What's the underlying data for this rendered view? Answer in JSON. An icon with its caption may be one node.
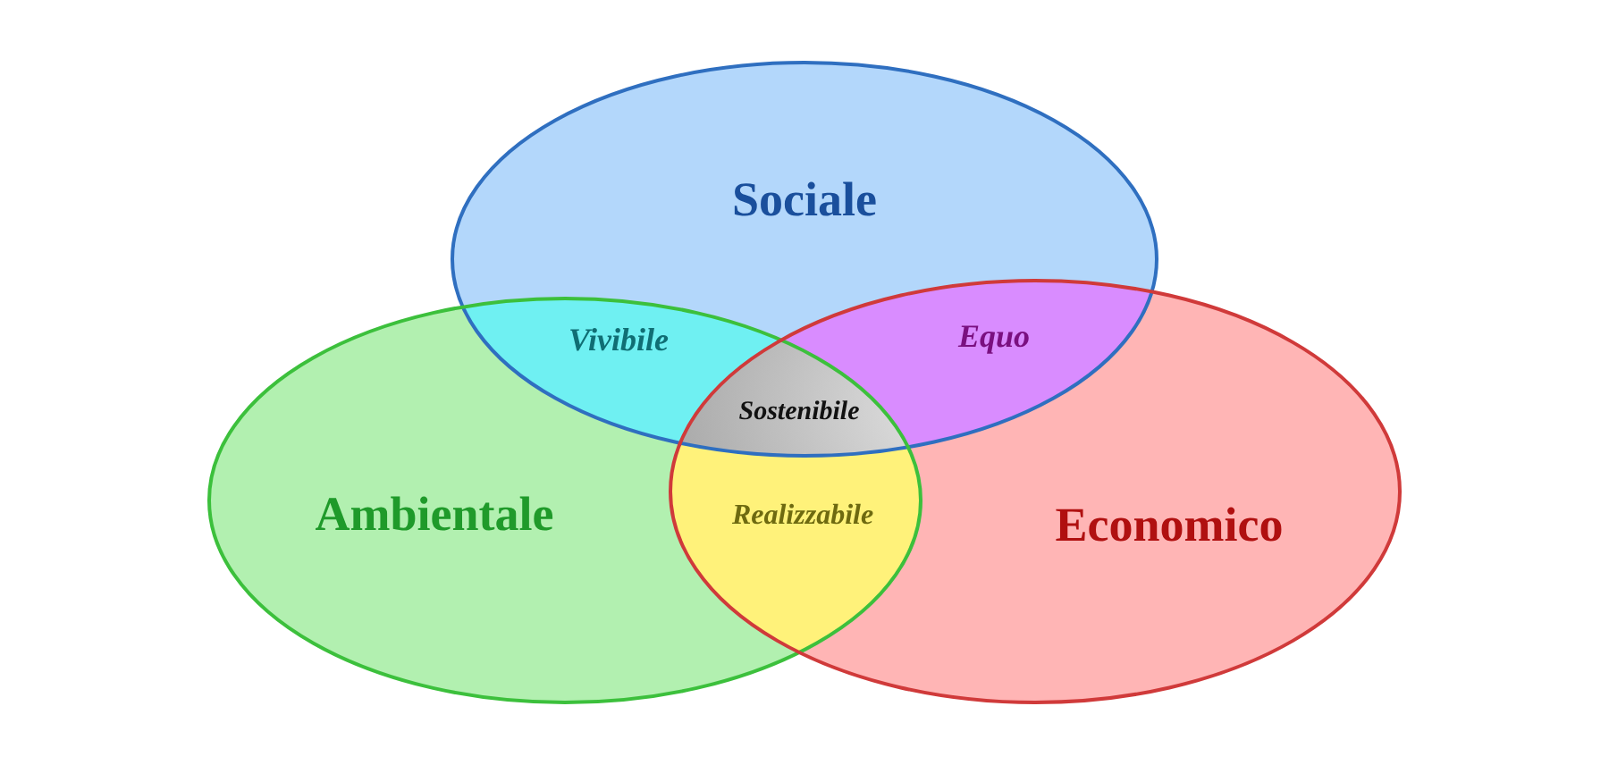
{
  "diagram": {
    "nodes": [
      {
        "text": [
          "Sociale"
        ]
      },
      {
        "text": [
          "Vivibile"
        ]
      },
      {
        "text": [
          "Equo"
        ]
      },
      {
        "text": [
          "Sostenibile"
        ]
      },
      {
        "text": [
          "Ambientale"
        ]
      },
      {
        "text": [
          "Realizzabile"
        ]
      },
      {
        "text": [
          "Economico"
        ]
      }
    ]
  }
}
